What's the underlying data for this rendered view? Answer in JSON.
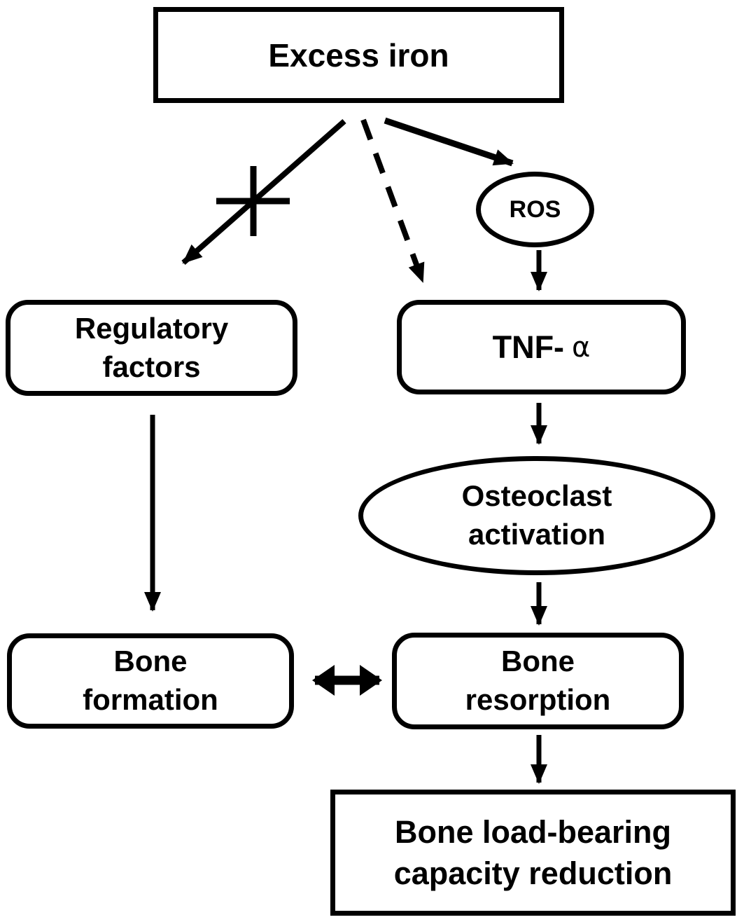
{
  "diagram": {
    "background": "#ffffff",
    "stroke_color": "#000000",
    "nodes": {
      "excess_iron": {
        "label": "Excess iron",
        "shape": "rectangle"
      },
      "regulatory_factors": {
        "line1": "Regulatory",
        "line2": "factors",
        "shape": "rounded-rectangle"
      },
      "ros": {
        "label": "ROS",
        "shape": "ellipse"
      },
      "tnf_alpha": {
        "prefix": "TNF-",
        "alpha": "α",
        "shape": "rounded-rectangle"
      },
      "osteoclast_activation": {
        "line1": "Osteoclast",
        "line2": "activation",
        "shape": "ellipse"
      },
      "bone_formation": {
        "line1": "Bone",
        "line2": "formation",
        "shape": "rounded-rectangle"
      },
      "bone_resorption": {
        "line1": "Bone",
        "line2": "resorption",
        "shape": "rounded-rectangle"
      },
      "load_bearing_reduction": {
        "line1": "Bone load-bearing",
        "line2": "capacity reduction",
        "shape": "rectangle"
      }
    },
    "edges": [
      {
        "from": "Excess iron",
        "to": "Regulatory factors",
        "style": "solid",
        "modifier": "inhibition-cross"
      },
      {
        "from": "Excess iron",
        "to": "TNF-α",
        "style": "dashed"
      },
      {
        "from": "Excess iron",
        "to": "ROS",
        "style": "solid"
      },
      {
        "from": "ROS",
        "to": "TNF-α",
        "style": "solid"
      },
      {
        "from": "TNF-α",
        "to": "Osteoclast activation",
        "style": "solid"
      },
      {
        "from": "Osteoclast activation",
        "to": "Bone resorption",
        "style": "solid"
      },
      {
        "from": "Regulatory factors",
        "to": "Bone formation",
        "style": "solid"
      },
      {
        "from": "Bone formation",
        "to": "Bone resorption",
        "style": "solid",
        "bidirectional": true
      },
      {
        "from": "Bone resorption",
        "to": "Bone load-bearing capacity reduction",
        "style": "solid"
      }
    ]
  }
}
